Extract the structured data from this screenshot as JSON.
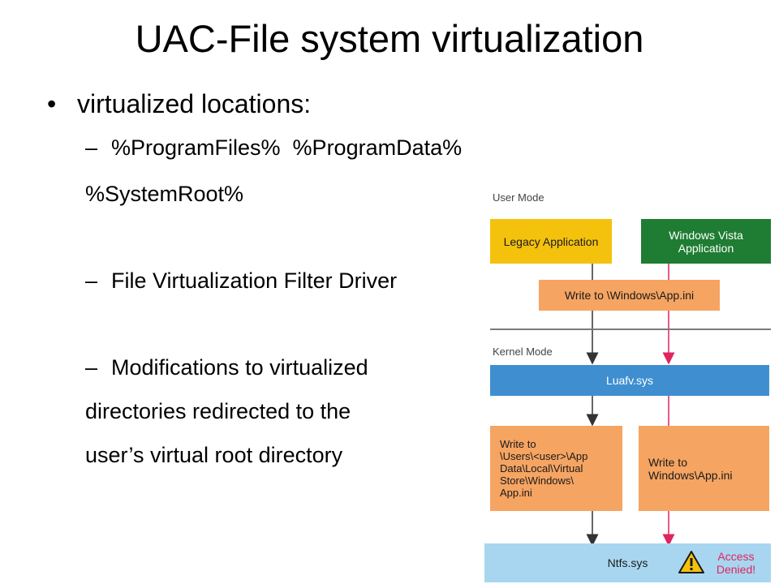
{
  "slide": {
    "title": "UAC-File system virtualization",
    "bullet": "virtualized locations:",
    "items": [
      {
        "dash": "–",
        "lines": [
          "%ProgramFiles%  %ProgramData%",
          "%SystemRoot%"
        ]
      },
      {
        "dash": "–",
        "lines": [
          "File Virtualization Filter Driver"
        ]
      },
      {
        "dash": "–",
        "lines": [
          "Modifications to virtualized",
          "directories redirected to the",
          "user’s virtual root directory"
        ]
      }
    ]
  },
  "diagram": {
    "user_mode_label": "User Mode",
    "kernel_mode_label": "Kernel Mode",
    "legacy_app": "Legacy Application",
    "vista_app": "Windows Vista\nApplication",
    "write_windows": "Write to \\Windows\\App.ini",
    "luafv": "Luafv.sys",
    "write_virtual": "Write to\n\\Users\\<user>\\App\nData\\Local\\Virtual\nStore\\Windows\\\nApp.ini",
    "write_app": "Write to\nWindows\\App.ini",
    "ntfs": "Ntfs.sys",
    "access_denied": "Access\nDenied!",
    "warning_icon": "warning-triangle-icon",
    "colors": {
      "legacy": "#f4c20d",
      "vista": "#1e7d32",
      "write": "#f5a462",
      "luafv": "#3f8fd0",
      "ntfs": "#a8d6f0",
      "legacy_arrow": "#333333",
      "vista_arrow": "#e0245e",
      "denied_text": "#e0245e"
    }
  }
}
